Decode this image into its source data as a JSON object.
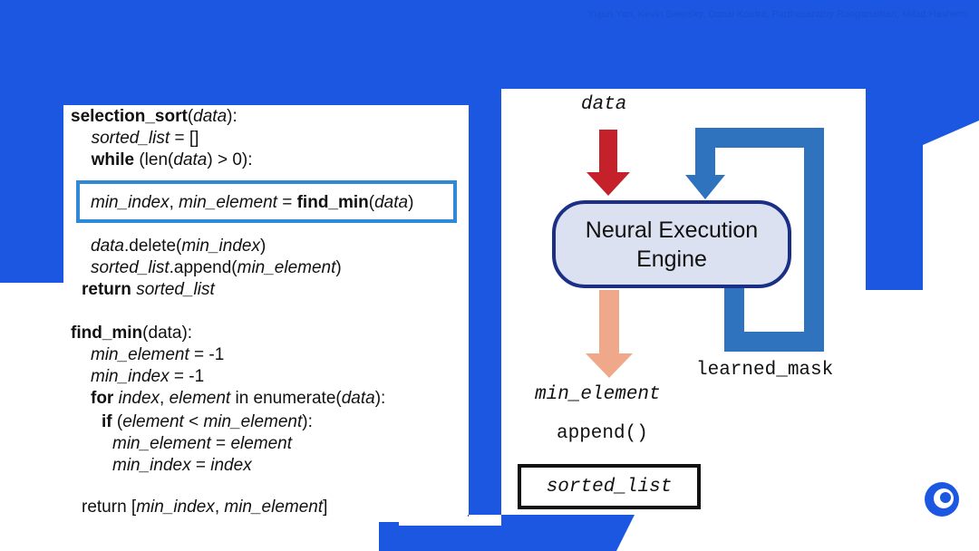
{
  "header_note": "Yujun Yan, Kevin Swersky, Danai Koutra, Parthasarathy Ranganathan, Milad Hashemi",
  "code": {
    "lines": [
      {
        "parts": [
          {
            "t": "selection_sort",
            "s": "b"
          },
          {
            "t": "(",
            "s": ""
          },
          {
            "t": "data",
            "s": "i"
          },
          {
            "t": "):",
            "s": ""
          }
        ]
      },
      {
        "parts": [
          {
            "t": "  ",
            "s": ""
          },
          {
            "t": "sorted_list",
            "s": "i"
          },
          {
            "t": " = []",
            "s": ""
          }
        ]
      },
      {
        "parts": [
          {
            "t": "  ",
            "s": ""
          },
          {
            "t": "while",
            "s": "b"
          },
          {
            "t": " (len(",
            "s": ""
          },
          {
            "t": "data",
            "s": "i"
          },
          {
            "t": ") > 0):",
            "s": ""
          }
        ]
      },
      {
        "parts": [
          {
            "t": "min_index",
            "s": "i"
          },
          {
            "t": ", ",
            "s": ""
          },
          {
            "t": "min_element",
            "s": "i"
          },
          {
            "t": " = ",
            "s": ""
          },
          {
            "t": "find_min",
            "s": "b"
          },
          {
            "t": "(",
            "s": ""
          },
          {
            "t": "data",
            "s": "i"
          },
          {
            "t": ")",
            "s": ""
          }
        ]
      },
      {
        "parts": [
          {
            "t": "data",
            "s": "i"
          },
          {
            "t": ".delete(",
            "s": ""
          },
          {
            "t": "min_index",
            "s": "i"
          },
          {
            "t": ")",
            "s": ""
          }
        ]
      },
      {
        "parts": [
          {
            "t": "sorted_list",
            "s": "i"
          },
          {
            "t": ".append(",
            "s": ""
          },
          {
            "t": "min_element",
            "s": "i"
          },
          {
            "t": ")",
            "s": ""
          }
        ]
      },
      {
        "parts": [
          {
            "t": "return",
            "s": "b"
          },
          {
            "t": " ",
            "s": ""
          },
          {
            "t": "sorted_list",
            "s": "i"
          }
        ]
      },
      {
        "parts": [
          {
            "t": "find_min",
            "s": "b"
          },
          {
            "t": "(data):",
            "s": ""
          }
        ]
      },
      {
        "parts": [
          {
            "t": "min_element",
            "s": "i"
          },
          {
            "t": " = -1",
            "s": ""
          }
        ]
      },
      {
        "parts": [
          {
            "t": "min_index",
            "s": "i"
          },
          {
            "t": " = -1",
            "s": ""
          }
        ]
      },
      {
        "parts": [
          {
            "t": "for",
            "s": "b"
          },
          {
            "t": " ",
            "s": ""
          },
          {
            "t": "index",
            "s": "i"
          },
          {
            "t": ", ",
            "s": ""
          },
          {
            "t": "element",
            "s": "i"
          },
          {
            "t": " in enumerate(",
            "s": ""
          },
          {
            "t": "data",
            "s": "i"
          },
          {
            "t": "):",
            "s": ""
          }
        ]
      },
      {
        "parts": [
          {
            "t": "if",
            "s": "b"
          },
          {
            "t": " (",
            "s": ""
          },
          {
            "t": "element",
            "s": "i"
          },
          {
            "t": " < ",
            "s": ""
          },
          {
            "t": "min_element",
            "s": "i"
          },
          {
            "t": "):",
            "s": ""
          }
        ]
      },
      {
        "parts": [
          {
            "t": "min_element",
            "s": "i"
          },
          {
            "t": " = ",
            "s": ""
          },
          {
            "t": "element",
            "s": "i"
          }
        ]
      },
      {
        "parts": [
          {
            "t": "min_index",
            "s": "i"
          },
          {
            "t": " = ",
            "s": ""
          },
          {
            "t": "index",
            "s": "i"
          }
        ]
      },
      {
        "parts": [
          {
            "t": "return [",
            "s": ""
          },
          {
            "t": "min_index",
            "s": "i"
          },
          {
            "t": ", ",
            "s": ""
          },
          {
            "t": "min_element",
            "s": "i"
          },
          {
            "t": "]",
            "s": ""
          }
        ]
      }
    ]
  },
  "diagram": {
    "input_label": "data",
    "engine_label_line1": "Neural Execution",
    "engine_label_line2": "Engine",
    "feedback_label": "learned_mask",
    "output_label": "min_element",
    "action_label": "append()",
    "result_label": "sorted_list"
  },
  "colors": {
    "background_blue": "#1b57e0",
    "highlight_border": "#2e8ad6",
    "input_arrow": "#c4212b",
    "output_arrow": "#efa98a",
    "feedback_loop": "#2f73bf",
    "engine_fill": "#dbe1f1",
    "engine_border": "#1b2f87"
  }
}
